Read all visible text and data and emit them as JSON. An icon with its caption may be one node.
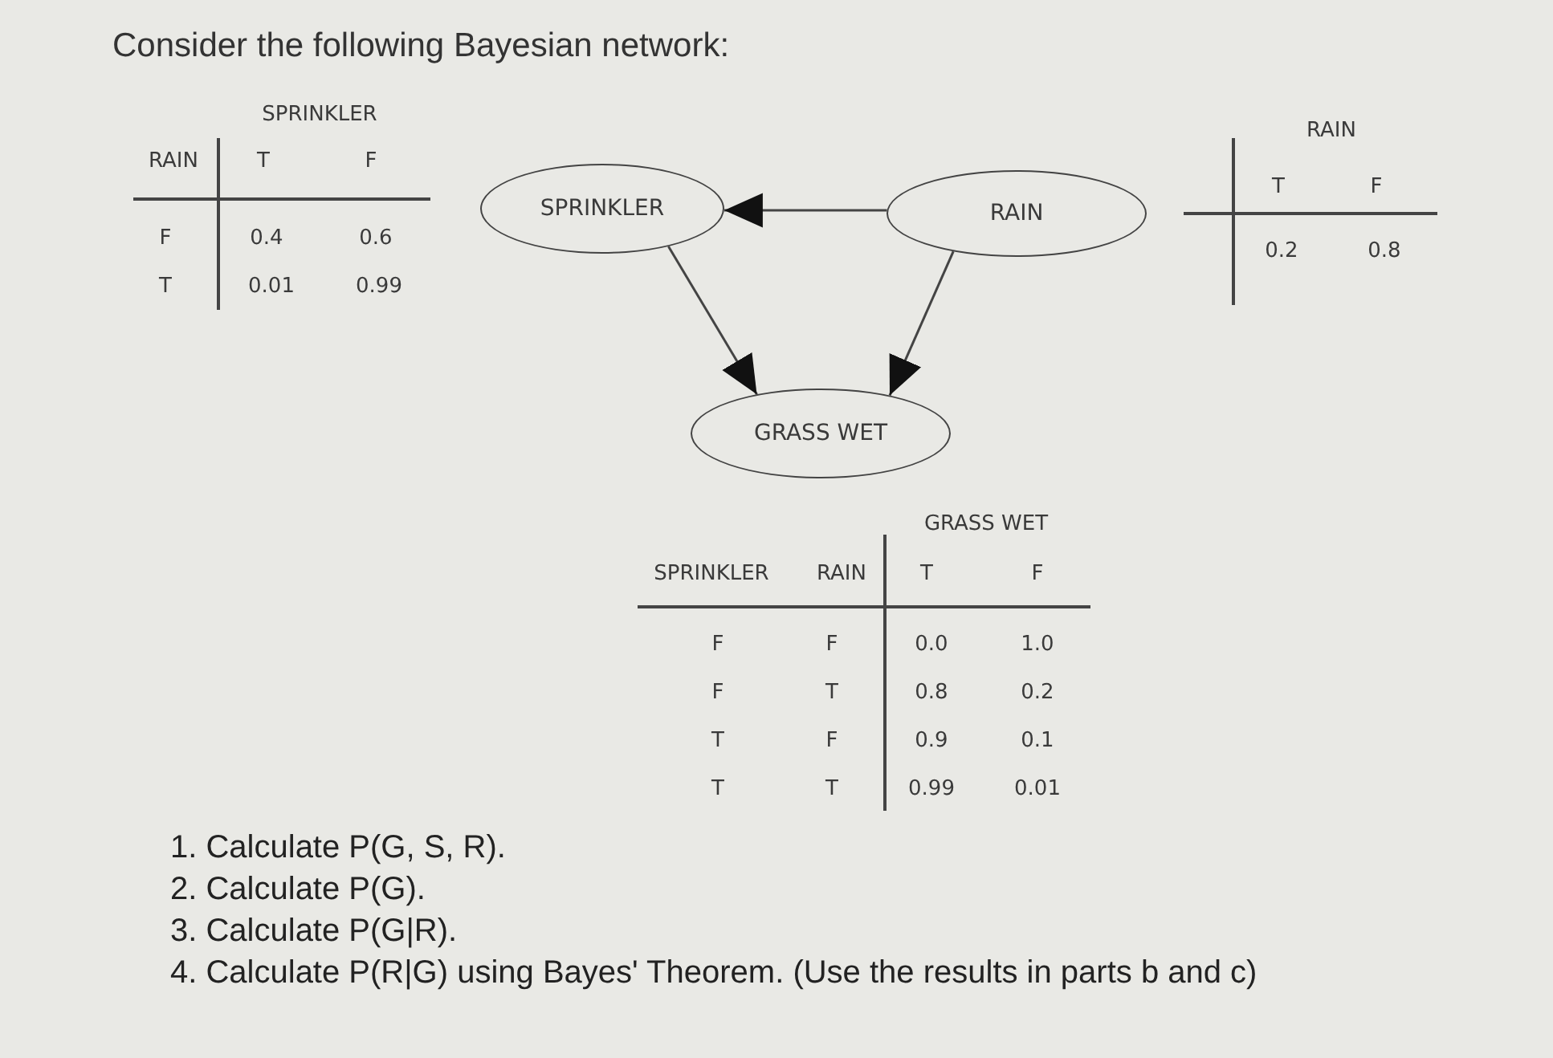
{
  "diagram": {
    "title": "Consider the following Bayesian network:",
    "nodes": [
      {
        "text": [
          "SPRINKLER"
        ]
      },
      {
        "text": [
          "RAIN"
        ]
      },
      {
        "text": [
          "GRASS WET"
        ]
      }
    ],
    "edges": [
      {
        "from": 1,
        "to": 0,
        "arrow": "to"
      },
      {
        "from": 0,
        "to": 2,
        "arrow": "to"
      },
      {
        "from": 1,
        "to": 2,
        "arrow": "to"
      }
    ],
    "labels": [
      "SPRINKLER",
      "RAIN",
      "T",
      "F",
      "F",
      "0.4",
      "0.6",
      "T",
      "0.01",
      "0.99",
      "RAIN",
      "T",
      "F",
      "0.2",
      "0.8",
      "GRASS WET",
      "SPRINKLER",
      "RAIN",
      "T",
      "F",
      "F",
      "F",
      "0.0",
      "1.0",
      "F",
      "T",
      "0.8",
      "0.2",
      "T",
      "F",
      "0.9",
      "0.1",
      "T",
      "T",
      "0.99",
      "0.01",
      "1. Calculate P(G, S, R).",
      "2. Calculate P(G).",
      "3. Calculate P(G|R).",
      "4. Calculate P(R|G) using Bayes' Theorem. (Use the results in parts b and c)"
    ]
  }
}
